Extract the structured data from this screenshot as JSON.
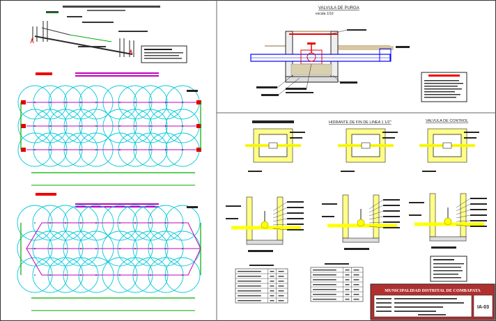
{
  "sheet": {
    "valve_title": "VALVULA DE PURGA",
    "valve_scale": "escala 1/10",
    "hydrant_title": "HIDRANTE DE FIN DE LINEA 1 1/2\"",
    "control_title": "VALVULA DE CONTROL",
    "title_block_org": "MUNICIPALIDAD DISTRITAL DE COMBAPATA",
    "sheet_code": "IA-03"
  },
  "colors": {
    "circle": "#00c8dc",
    "lateral": "#c000c0",
    "main_pipe": "#00a000",
    "red": "#e00000",
    "yellow": "#ffff00",
    "blue": "#0000ff",
    "title_block": "#b03030"
  }
}
